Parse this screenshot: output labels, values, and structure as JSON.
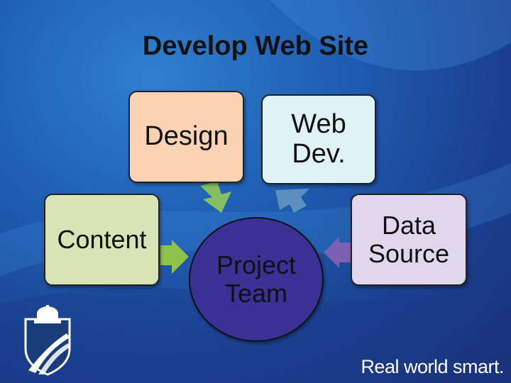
{
  "title": "Develop Web Site",
  "nodes": {
    "design": "Design",
    "web_dev": "Web Dev.",
    "content": "Content",
    "data_source": "Data Source",
    "project_team": "Project Team"
  },
  "tagline": "Real world smart.",
  "colors": {
    "design": "#fbd3b4",
    "web_dev": "#dff3f6",
    "content": "#d8e4b6",
    "data_source": "#e0d7ec",
    "project_team": "#3a3197",
    "arrow_design": "#86bf5f",
    "arrow_webdev": "#5b8fbd",
    "arrow_content": "#8fc24a",
    "arrow_data": "#7b5fb0"
  }
}
